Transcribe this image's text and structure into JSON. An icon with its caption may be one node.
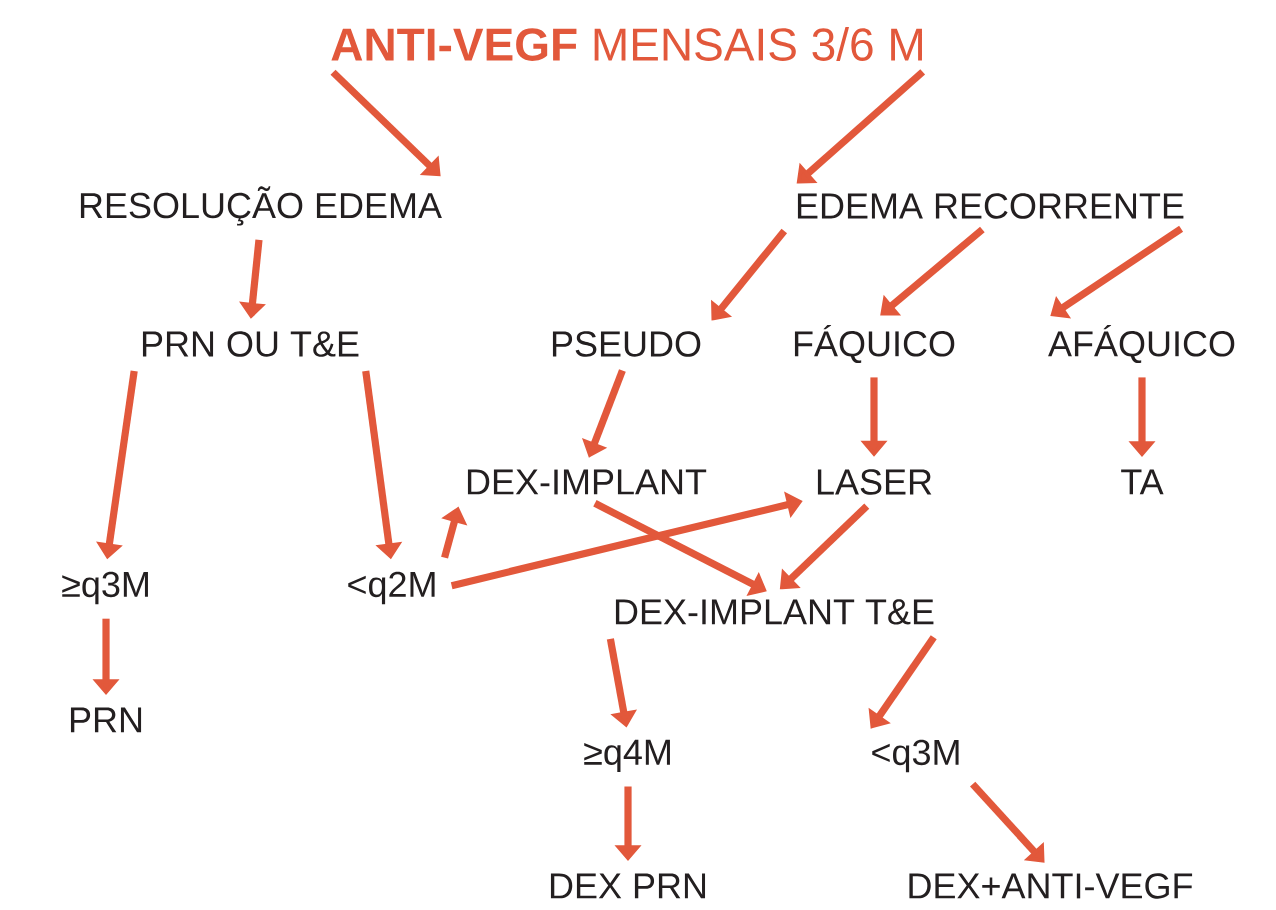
{
  "diagram": {
    "nodes": [
      {
        "text": [
          "**ANTI-VEGF** MENSAIS 3/6 M"
        ]
      },
      {
        "text": [
          "RESOLUÇÃO EDEMA"
        ]
      },
      {
        "text": [
          "EDEMA RECORRENTE"
        ]
      },
      {
        "text": [
          "PRN OU T&E"
        ]
      },
      {
        "text": [
          "PSEUDO"
        ]
      },
      {
        "text": [
          "FÁQUICO"
        ]
      },
      {
        "text": [
          "AFÁQUICO"
        ]
      },
      {
        "text": [
          "DEX-IMPLANT"
        ]
      },
      {
        "text": [
          "LASER"
        ]
      },
      {
        "text": [
          "TA"
        ]
      },
      {
        "text": [
          "≥q3M"
        ]
      },
      {
        "text": [
          "<q2M"
        ]
      },
      {
        "text": [
          "DEX-IMPLANT T&E"
        ]
      },
      {
        "text": [
          "PRN"
        ]
      },
      {
        "text": [
          "≥q4M"
        ]
      },
      {
        "text": [
          "<q3M"
        ]
      },
      {
        "text": [
          "DEX PRN"
        ]
      },
      {
        "text": [
          "DEX+ANTI-VEGF"
        ]
      }
    ],
    "edges": [
      {
        "from": 0,
        "to": 1,
        "arrow": "to"
      },
      {
        "from": 0,
        "to": 2,
        "arrow": "to"
      },
      {
        "from": 1,
        "to": 3,
        "arrow": "to"
      },
      {
        "from": 2,
        "to": 4,
        "arrow": "to"
      },
      {
        "from": 2,
        "to": 5,
        "arrow": "to"
      },
      {
        "from": 2,
        "to": 6,
        "arrow": "to"
      },
      {
        "from": 3,
        "to": 10,
        "arrow": "to"
      },
      {
        "from": 3,
        "to": 11,
        "arrow": "to"
      },
      {
        "from": 4,
        "to": 7,
        "arrow": "to"
      },
      {
        "from": 5,
        "to": 8,
        "arrow": "to"
      },
      {
        "from": 6,
        "to": 9,
        "arrow": "to"
      },
      {
        "from": 10,
        "to": 13,
        "arrow": "to"
      },
      {
        "from": 11,
        "to": 7,
        "arrow": "to"
      },
      {
        "from": 11,
        "to": 8,
        "arrow": "to"
      },
      {
        "from": 7,
        "to": 12,
        "arrow": "to"
      },
      {
        "from": 8,
        "to": 12,
        "arrow": "to"
      },
      {
        "from": 12,
        "to": 14,
        "arrow": "to"
      },
      {
        "from": 12,
        "to": 15,
        "arrow": "to"
      },
      {
        "from": 14,
        "to": 16,
        "arrow": "to"
      },
      {
        "from": 15,
        "to": 17,
        "arrow": "to"
      }
    ]
  }
}
